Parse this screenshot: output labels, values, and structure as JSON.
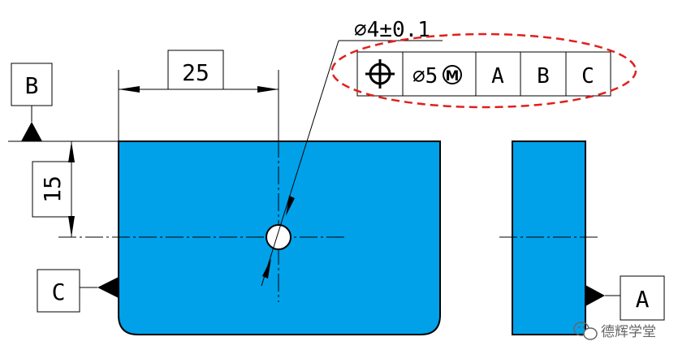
{
  "colors": {
    "part_fill": "#00A1E9",
    "line": "#000000",
    "highlight": "#E0201E",
    "watermark": "#666666"
  },
  "hole_callout": {
    "text": "⌀4±0.1"
  },
  "feature_control_frame": {
    "symbol": "position-icon",
    "tolerance": "⌀5",
    "modifier": "M",
    "datums": [
      "A",
      "B",
      "C"
    ]
  },
  "dimensions": {
    "horizontal": "25",
    "vertical": "15"
  },
  "datum_labels": {
    "top": "B",
    "left": "C",
    "right": "A"
  },
  "watermark": {
    "text": "德辉学堂",
    "icon": "wechat-icon"
  }
}
